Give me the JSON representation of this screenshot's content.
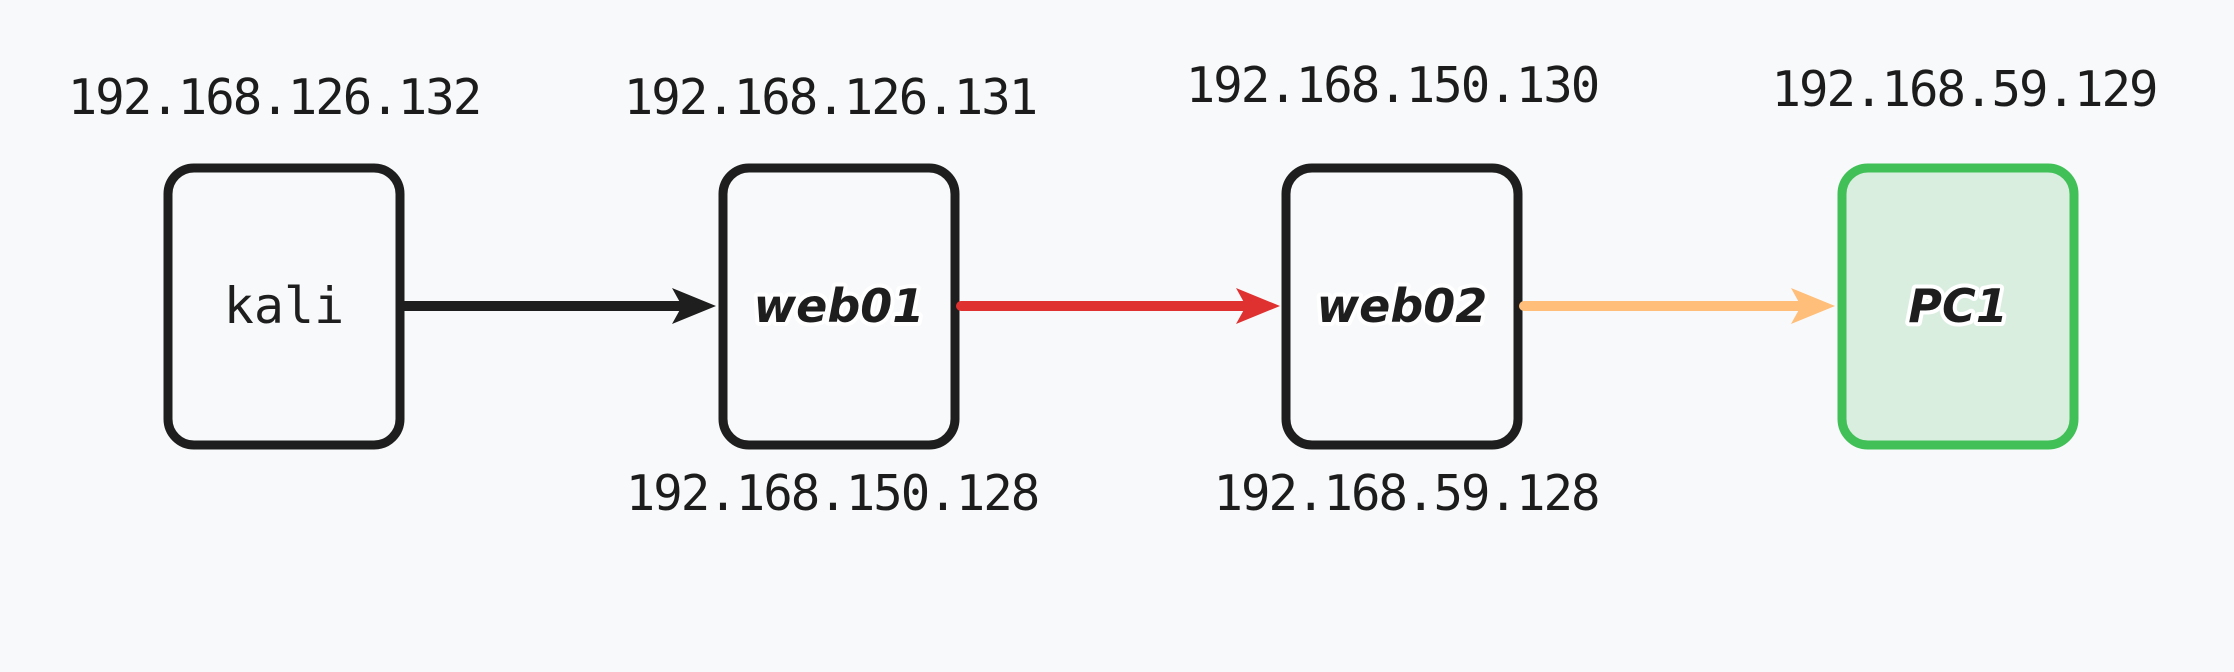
{
  "canvas": {
    "background": "#f8f9fa"
  },
  "nodes": [
    {
      "id": "kali",
      "label": "kali",
      "ip_top": "192.168.126.132",
      "border_color": "#1e1e1e",
      "fill": "none"
    },
    {
      "id": "web01",
      "label": "web01",
      "ip_top": "192.168.126.131",
      "ip_bottom": "192.168.150.128",
      "border_color": "#1e1e1e",
      "fill": "none"
    },
    {
      "id": "web02",
      "label": "web02",
      "ip_top": "192.168.150.130",
      "ip_bottom": "192.168.59.128",
      "border_color": "#1e1e1e",
      "fill": "none"
    },
    {
      "id": "pc1",
      "label": "PC1",
      "ip_top": "192.168.59.129",
      "border_color": "#40c057",
      "fill": "#daeee0"
    }
  ],
  "edges": [
    {
      "from": "kali",
      "to": "web01",
      "color": "#1e1e1e"
    },
    {
      "from": "web01",
      "to": "web02",
      "color": "#e03131"
    },
    {
      "from": "web02",
      "to": "pc1",
      "color": "#ffbe79"
    }
  ]
}
